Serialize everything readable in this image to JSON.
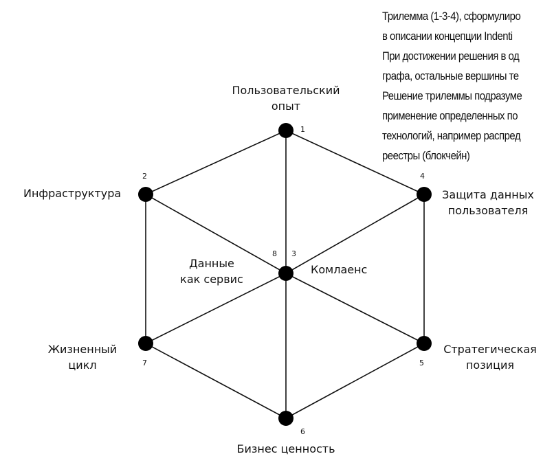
{
  "note": {
    "lines": [
      "Трилемма (1-3-4), сформулиро",
      "в описании концепции Indenti",
      "При достижении решения в од",
      "графа, остальные вершины те",
      "Решение трилеммы подразуме",
      "применение определенных по",
      "технологий, например распред",
      "реестры (блокчейн)"
    ]
  },
  "nodes": [
    {
      "id": "1",
      "label_lines": [
        "Пользовательский",
        "опыт"
      ]
    },
    {
      "id": "2",
      "label_lines": [
        "Инфраструктура"
      ]
    },
    {
      "id": "3",
      "label_lines": [
        "Комлаенс"
      ]
    },
    {
      "id": "4",
      "label_lines": [
        "Защита данных",
        "пользователя"
      ]
    },
    {
      "id": "5",
      "label_lines": [
        "Стратегическая",
        "позиция"
      ]
    },
    {
      "id": "6",
      "label_lines": [
        "Бизнес ценность"
      ]
    },
    {
      "id": "7",
      "label_lines": [
        "Жизненный",
        "цикл"
      ]
    },
    {
      "id": "8",
      "label_lines": [
        "Данные",
        "как сервис"
      ]
    }
  ],
  "edges": [
    [
      "1",
      "2"
    ],
    [
      "1",
      "4"
    ],
    [
      "1",
      "3"
    ],
    [
      "2",
      "3"
    ],
    [
      "2",
      "7"
    ],
    [
      "4",
      "3"
    ],
    [
      "4",
      "5"
    ],
    [
      "7",
      "3"
    ],
    [
      "5",
      "3"
    ],
    [
      "7",
      "6"
    ],
    [
      "5",
      "6"
    ],
    [
      "6",
      "3"
    ]
  ],
  "colors": {
    "node": "#000000",
    "edge": "#111111"
  }
}
